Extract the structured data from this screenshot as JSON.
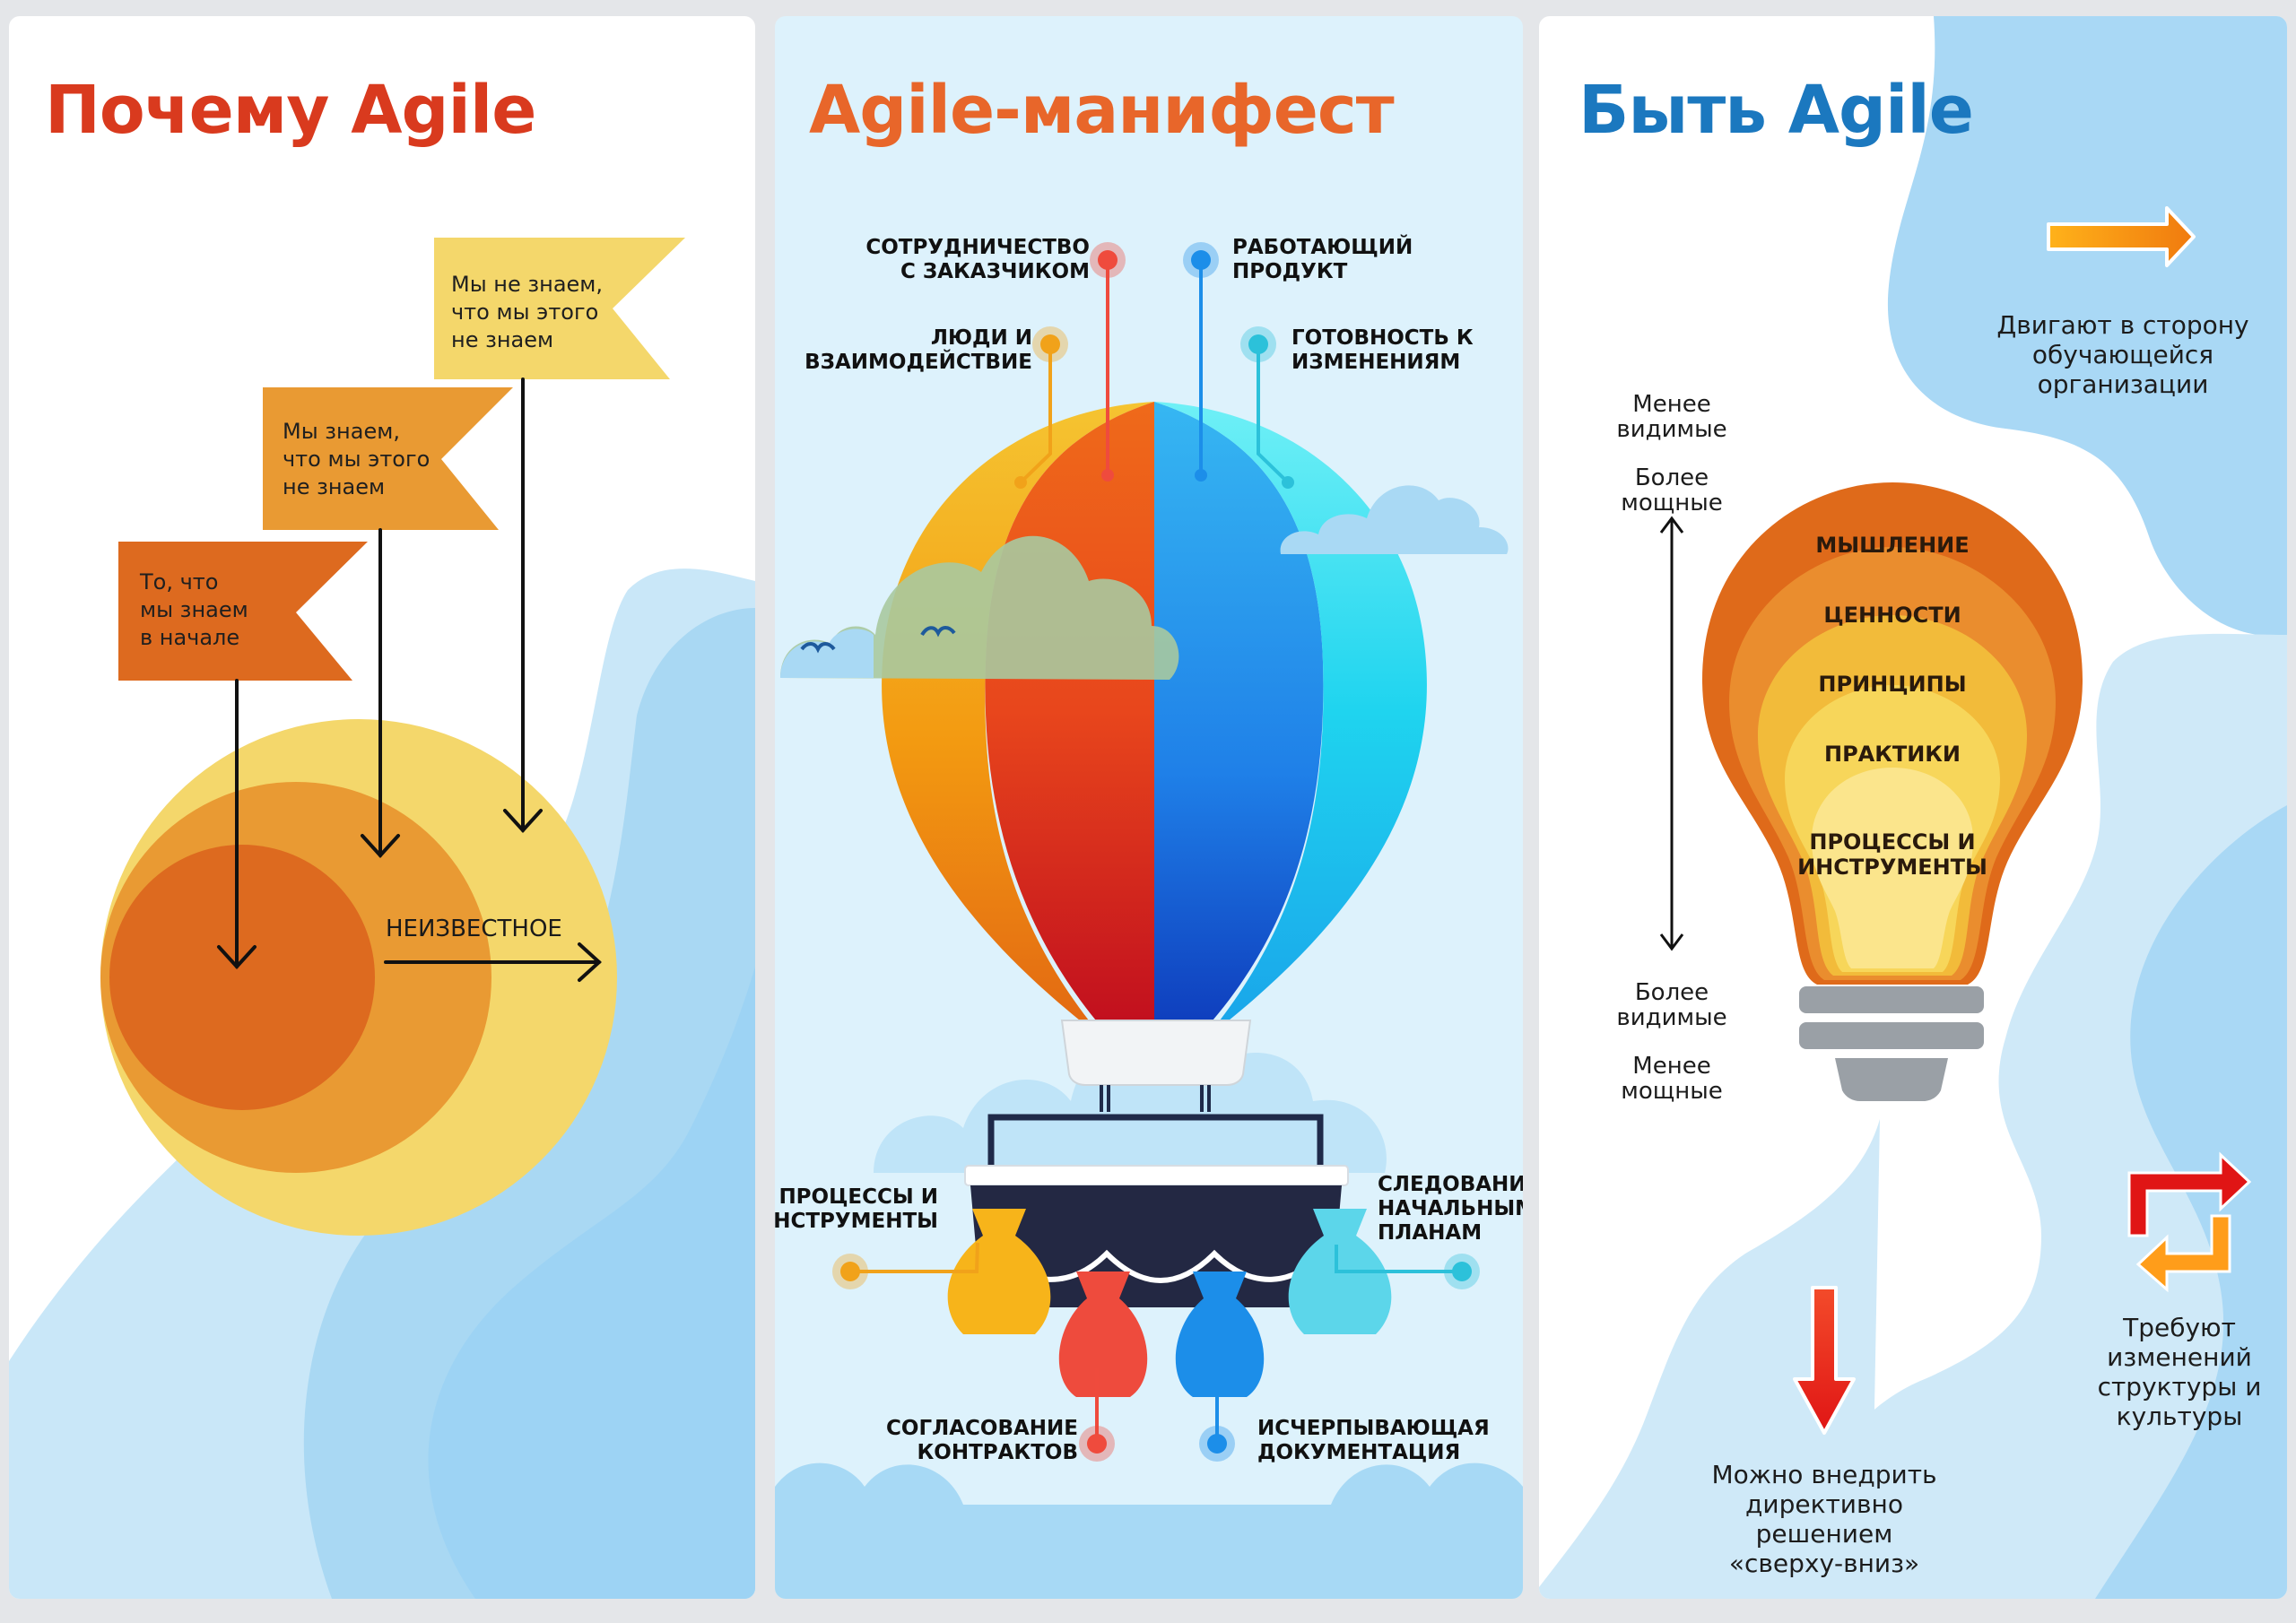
{
  "panels": {
    "why": {
      "title": "Почему Agile",
      "flags": {
        "start": "То, что\nмы знаем\nв начале",
        "known_unknown": "Мы знаем,\nчто мы этого\nне знаем",
        "unknown_unknown": "Мы не знаем,\nчто мы этого\nне знаем"
      },
      "unknown_label": "НЕИЗВЕСТНОЕ"
    },
    "manifesto": {
      "title": "Agile-манифест",
      "top_labels": {
        "customer": "СОТРУДНИЧЕСТВО\nС ЗАКАЗЧИКОМ",
        "people": "ЛЮДИ И\nВЗАИМОДЕЙСТВИЕ",
        "product": "РАБОТАЮЩИЙ\nПРОДУКТ",
        "change": "ГОТОВНОСТЬ К\nИЗМЕНЕНИЯМ"
      },
      "bottom_labels": {
        "processes": "ПРОЦЕССЫ И\nИНСТРУМЕНТЫ",
        "plans": "СЛЕДОВАНИЕ\nНАЧАЛЬНЫМ\nПЛАНАМ",
        "contracts": "СОГЛАСОВАНИЕ\nКОНТРАКТОВ",
        "docs": "ИСЧЕРПЫВАЮЩАЯ\nДОКУМЕНТАЦИЯ"
      }
    },
    "be": {
      "title": "Быть Agile",
      "axis": {
        "top_1": "Менее\nвидимые",
        "top_2": "Более\nмощные",
        "bottom_1": "Более\nвидимые",
        "bottom_2": "Менее\nмощные"
      },
      "layers": {
        "l1": "МЫШЛЕНИЕ",
        "l2": "ЦЕННОСТИ",
        "l3": "ПРИНЦИПЫ",
        "l4": "ПРАКТИКИ",
        "l5": "ПРОЦЕССЫ И\nИНСТРУМЕНТЫ"
      },
      "notes": {
        "learning": "Двигают в сторону\nобучающейся\nорганизации",
        "culture": "Требуют\nизменений\nструктуры и\nкультуры",
        "topdown": "Можно внедрить\nдирективно\nрешением\n«сверху-вниз»"
      }
    }
  },
  "colors": {
    "red_title": "#d93a1e",
    "orange_title": "#e8662a",
    "blue_title": "#1b78bf",
    "flag_dark": "#dd6a1f",
    "flag_mid": "#e99a33",
    "flag_light": "#f4d76b"
  }
}
